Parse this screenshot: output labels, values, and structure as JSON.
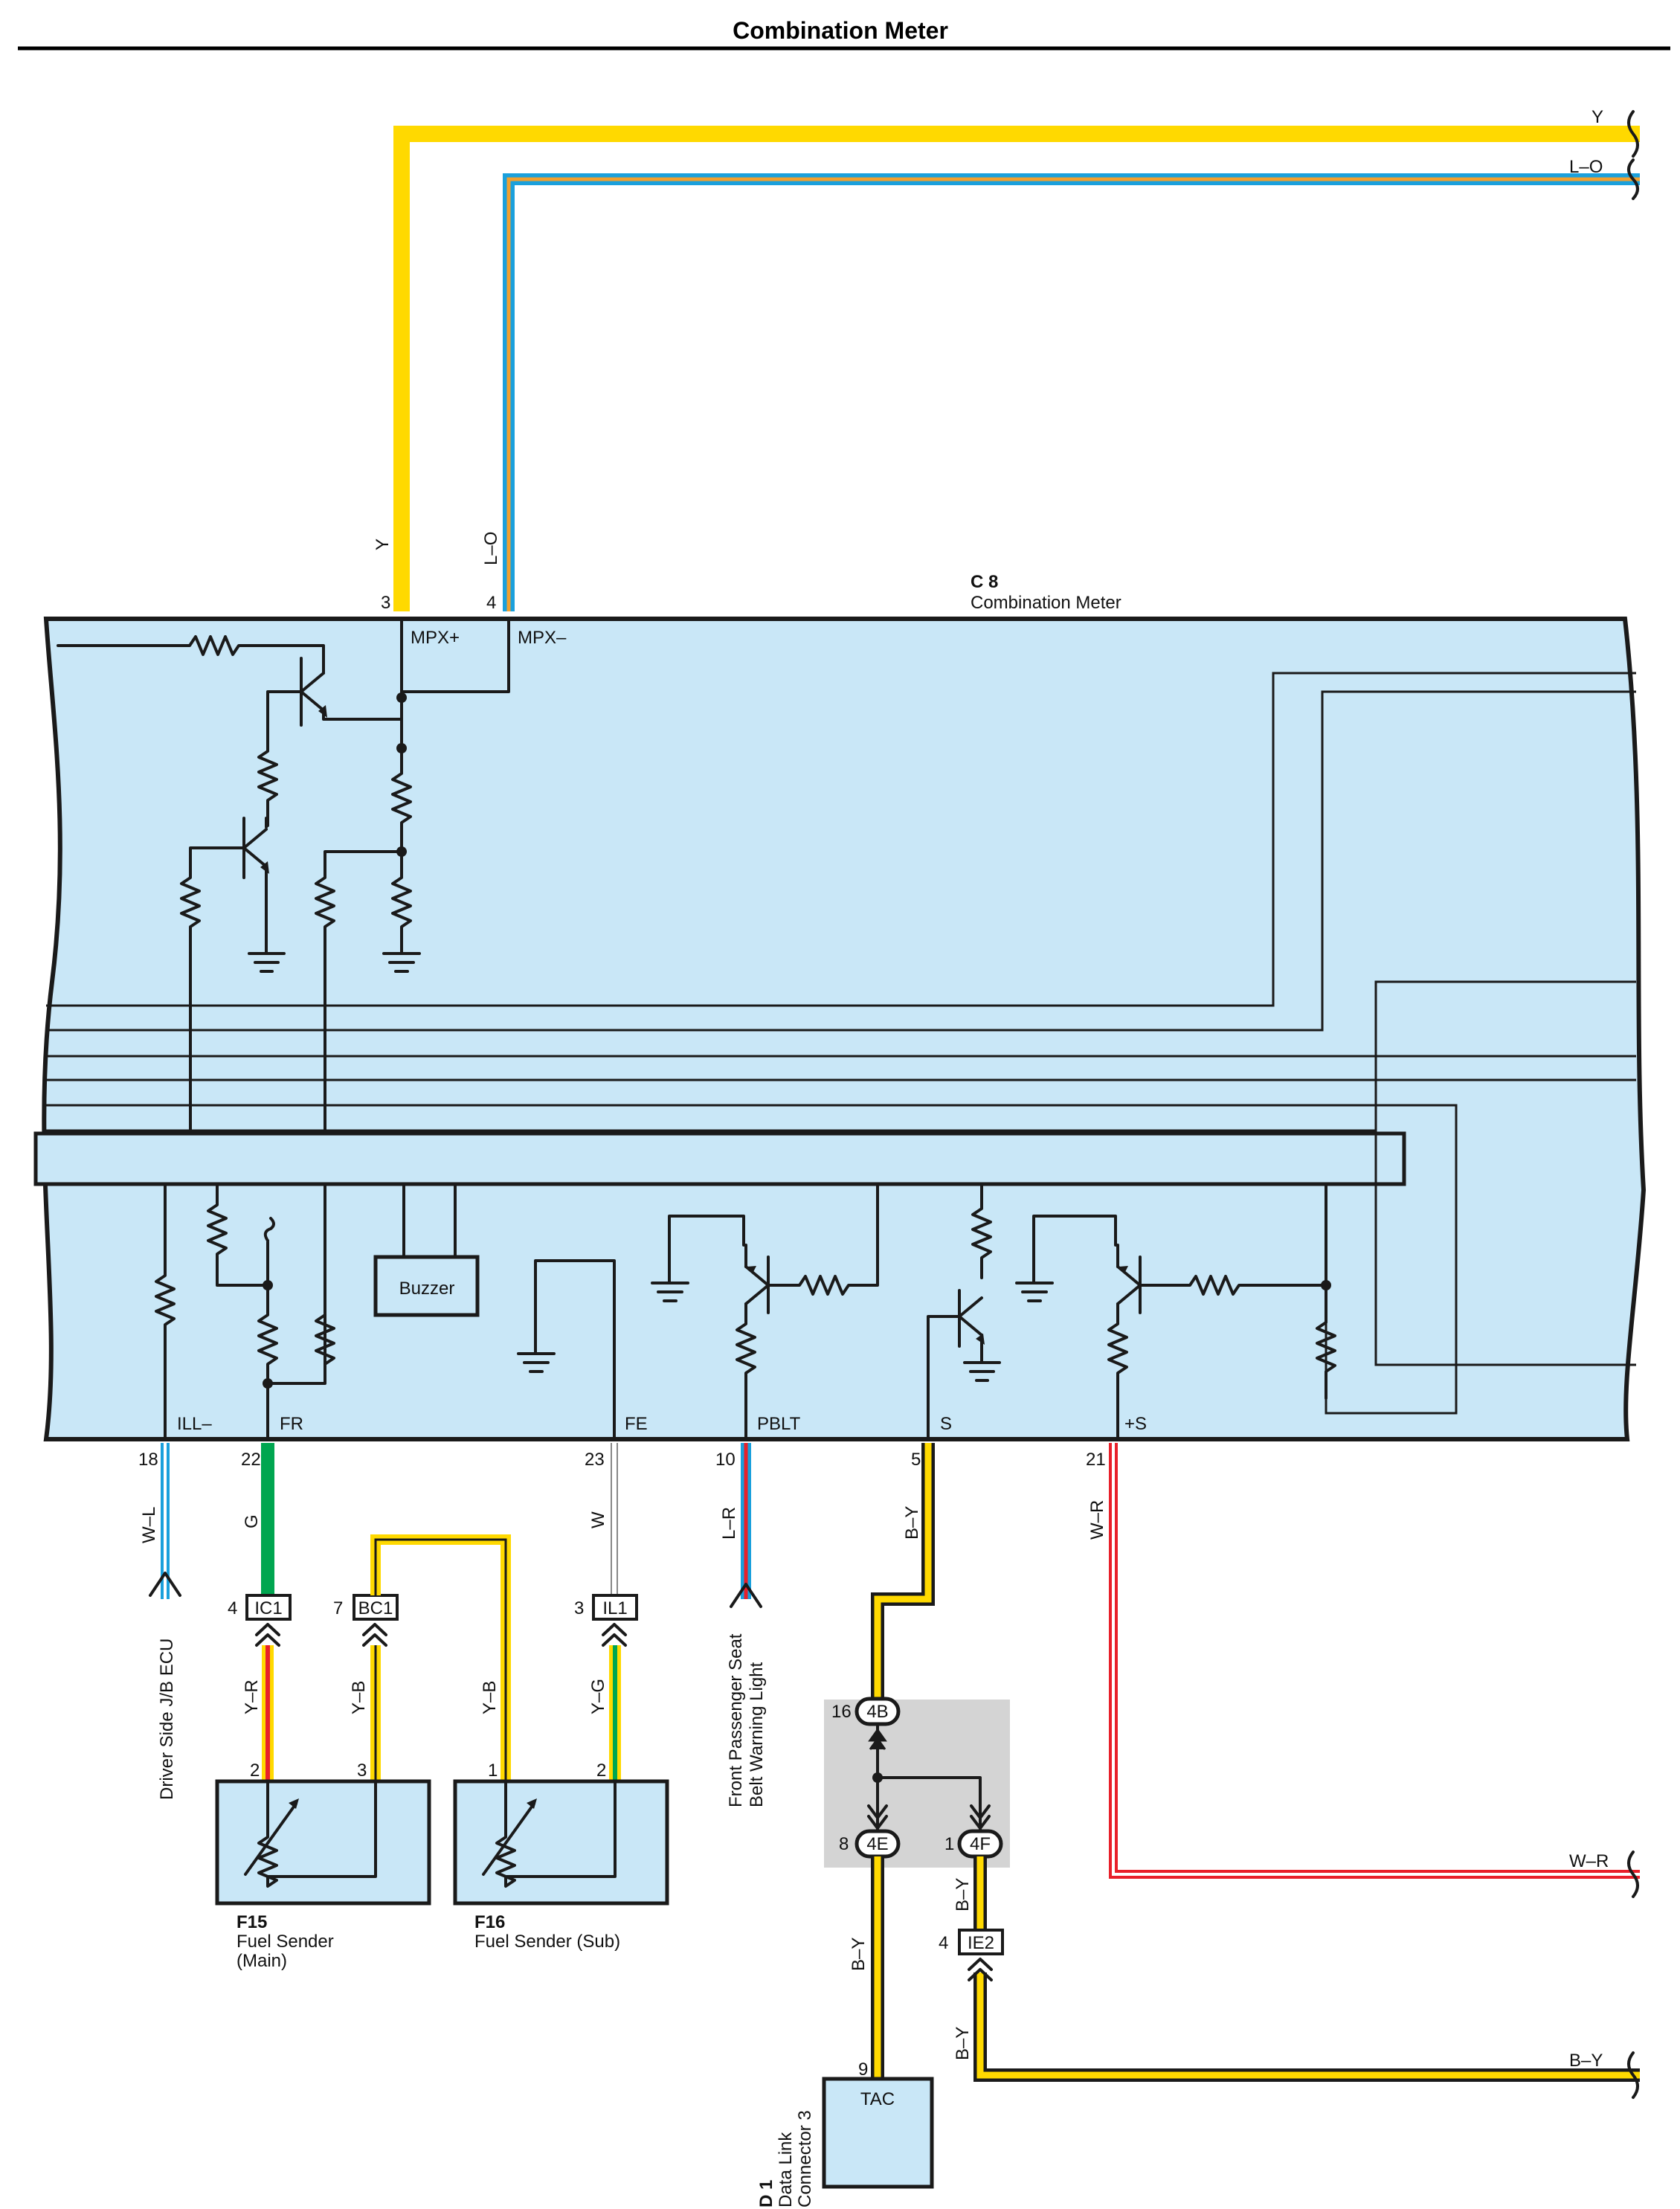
{
  "title": "Combination Meter",
  "component": {
    "code": "C 8",
    "name": "Combination Meter",
    "buzzer": "Buzzer"
  },
  "top_pins": [
    {
      "num": "3",
      "name": "MPX+",
      "wire": "Y"
    },
    {
      "num": "4",
      "name": "MPX–",
      "wire": "L–O"
    }
  ],
  "right_wires": {
    "top1": "Y",
    "top2": "L–O",
    "wr": "W–R",
    "by": "B–Y"
  },
  "bottom_pins": [
    {
      "num": "18",
      "name": "ILL–",
      "wire": "W–L"
    },
    {
      "num": "22",
      "name": "FR",
      "wire": "G"
    },
    {
      "num": "23",
      "name": "FE",
      "wire": "W"
    },
    {
      "num": "10",
      "name": "PBLT",
      "wire": "L–R"
    },
    {
      "num": "5",
      "name": "S",
      "wire": "B–Y"
    },
    {
      "num": "21",
      "name": "+S",
      "wire": "W–R"
    }
  ],
  "connectors": [
    {
      "pin": "4",
      "code": "IC1",
      "wire_below": "Y–R"
    },
    {
      "pin": "7",
      "code": "BC1",
      "wire_below": "Y–B"
    },
    {
      "pin": "3",
      "code": "IL1",
      "wire_below": "Y–G"
    },
    {
      "pin": "4",
      "code": "IE2"
    }
  ],
  "junction": [
    {
      "pin": "16",
      "code": "4B"
    },
    {
      "pin": "8",
      "code": "4E"
    },
    {
      "pin": "1",
      "code": "4F"
    }
  ],
  "sender_pins": {
    "main_a": "2",
    "main_b": "3",
    "sub_a": "1",
    "sub_b": "2",
    "sub_wire_a": "Y–B"
  },
  "destinations": {
    "ecu": "Driver Side J/B ECU",
    "belt_line1": "Front Passenger Seat",
    "belt_line2": "Belt Warning Light"
  },
  "f15": {
    "code": "F15",
    "line1": "Fuel Sender",
    "line2": "(Main)"
  },
  "f16": {
    "code": "F16",
    "line1": "Fuel Sender (Sub)"
  },
  "d1": {
    "code": "D 1",
    "line1": "Data Link",
    "line2": "Connector 3",
    "terminal": "TAC",
    "pin": "9"
  },
  "lower_wires": {
    "by_d1": "B–Y",
    "by_ie2_top": "B–Y",
    "by_ie2_bottom": "B–Y"
  },
  "colors": {
    "meter_fill": "#c9e7f7",
    "yellow": "#ffd900",
    "light_blue": "#1aa0dc",
    "orange": "#f0a030",
    "green": "#00a650",
    "red": "#e8202a",
    "junction_box": "#d4d4d4"
  }
}
